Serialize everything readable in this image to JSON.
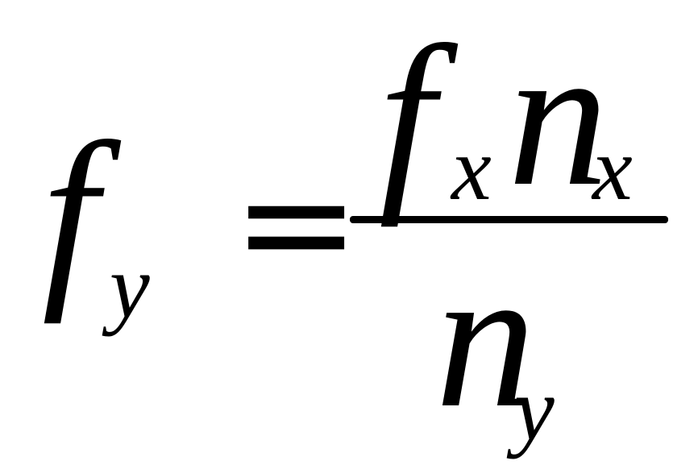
{
  "equation": {
    "lhs": {
      "base": "f",
      "subscript": "y"
    },
    "operator": "=",
    "numerator": {
      "term1_base": "f",
      "term1_subscript": "x",
      "term2_base": "n",
      "term2_subscript": "x"
    },
    "denominator": {
      "base": "n",
      "subscript": "y"
    }
  },
  "colors": {
    "ink": "#000000",
    "background": "#ffffff"
  }
}
